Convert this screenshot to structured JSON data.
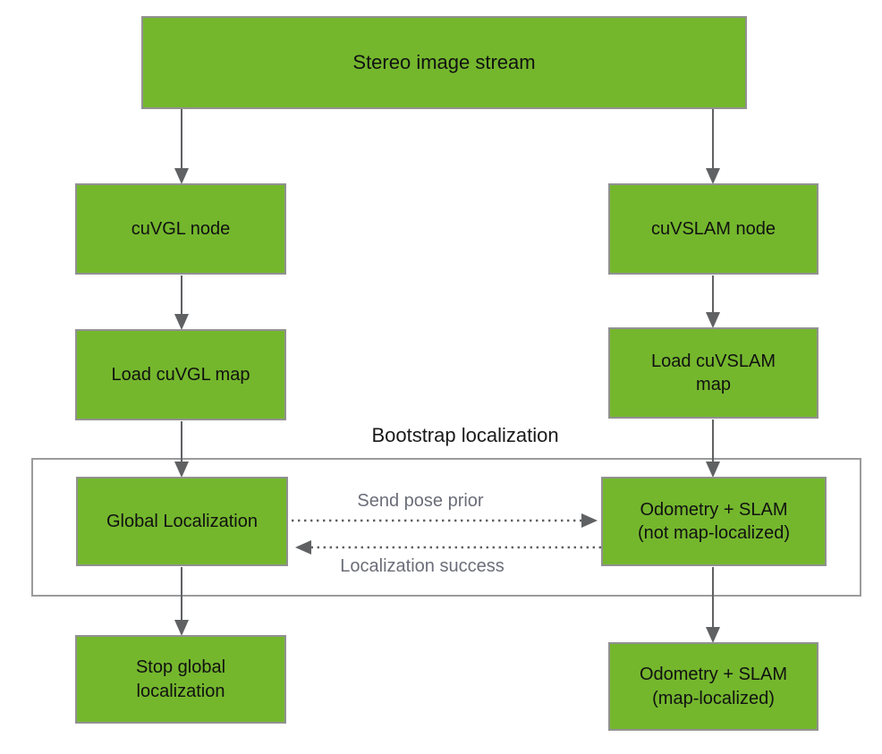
{
  "diagram": {
    "title_node": "Stereo image stream",
    "group_label": "Bootstrap localization",
    "nodes": {
      "cuvgl_node": "cuVGL node",
      "cuvslam_node": "cuVSLAM node",
      "load_cuvgl_map": "Load cuVGL map",
      "load_cuvslam_map": "Load cuVSLAM\nmap",
      "global_localization": "Global Localization",
      "odometry_not_localized": "Odometry + SLAM\n(not map-localized)",
      "stop_global_localization": "Stop global\nlocalization",
      "odometry_localized": "Odometry + SLAM\n(map-localized)"
    },
    "edge_labels": {
      "send_pose_prior": "Send pose prior",
      "localization_success": "Localization success"
    },
    "colors": {
      "node_fill": "#74b72d",
      "node_border": "#919191",
      "arrow": "#5f6163",
      "edge_label_text": "#6b6d78",
      "group_border": "#9b9b9b"
    }
  }
}
